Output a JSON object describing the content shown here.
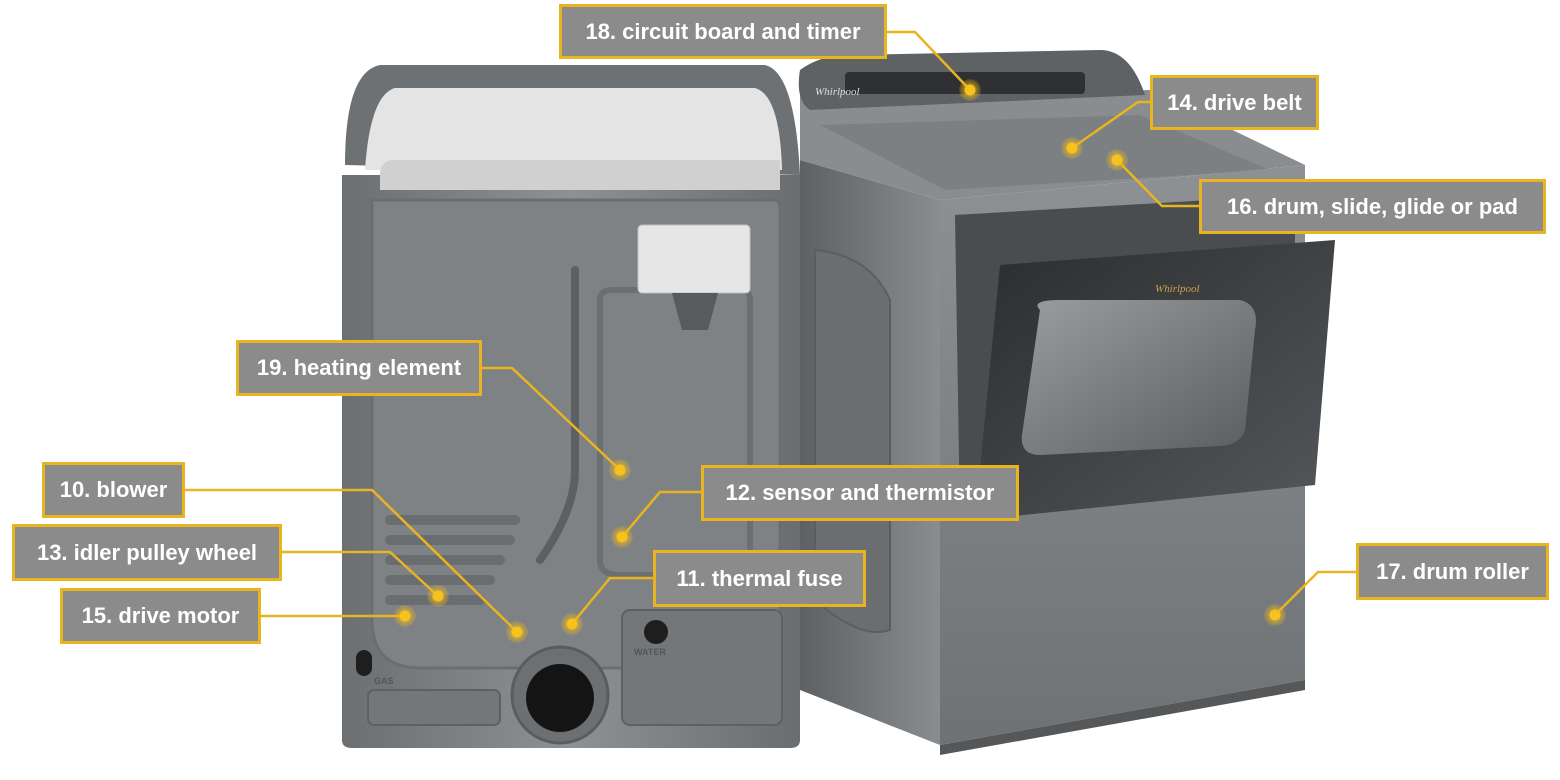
{
  "callouts": [
    {
      "id": "circuit-board",
      "text": "18. circuit board and timer"
    },
    {
      "id": "drive-belt",
      "text": "14. drive belt"
    },
    {
      "id": "drum-slide",
      "text": "16. drum, slide, glide or pad"
    },
    {
      "id": "heating-element",
      "text": "19. heating element"
    },
    {
      "id": "blower",
      "text": "10. blower"
    },
    {
      "id": "sensor",
      "text": "12. sensor and thermistor"
    },
    {
      "id": "idler-pulley",
      "text": "13. idler pulley wheel"
    },
    {
      "id": "thermal-fuse",
      "text": "11. thermal fuse"
    },
    {
      "id": "drive-motor",
      "text": "15. drive motor"
    },
    {
      "id": "drum-roller",
      "text": "17. drum roller"
    }
  ],
  "appliance": {
    "brand_mark": "Whirlpool",
    "back_panel_gas": "GAS",
    "back_panel_water": "WATER"
  },
  "colors": {
    "callout_fill": "#8b8b8b",
    "callout_border": "#e8b41f",
    "leader_line": "#e8b41f",
    "dryer_body": "#777a7d"
  }
}
